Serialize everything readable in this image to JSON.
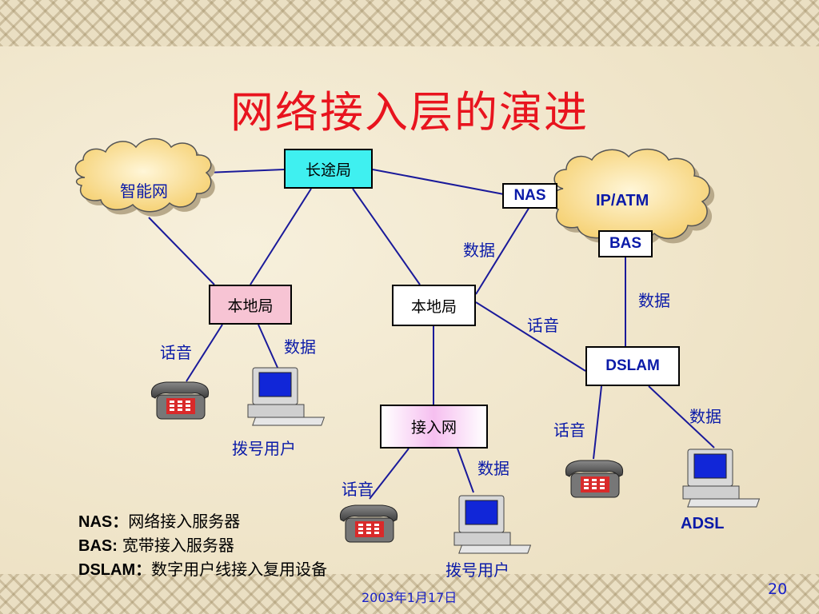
{
  "title": "网络接入层的演进",
  "nodes": {
    "long_distance": "长途局",
    "local_office_1": "本地局",
    "local_office_2": "本地局",
    "access_network": "接入网",
    "nas": "NAS",
    "bas": "BAS",
    "dslam": "DSLAM"
  },
  "clouds": {
    "intelligent_network": "智能网",
    "ip_atm": "IP/ATM"
  },
  "edge_labels": {
    "voice_1": "话音",
    "data_1": "数据",
    "data_nas": "数据",
    "voice_mid": "话音",
    "data_bas": "数据",
    "voice_access": "话音",
    "data_access": "数据",
    "voice_dslam": "话音",
    "data_dslam": "数据"
  },
  "endpoint_labels": {
    "dialup_user_1": "拨号用户",
    "dialup_user_2": "拨号用户",
    "adsl": "ADSL"
  },
  "legend": [
    {
      "key": "NAS：",
      "value": "网络接入服务器"
    },
    {
      "key": "BAS:",
      "value": "宽带接入服务器"
    },
    {
      "key": "DSLAM：",
      "value": "数字用户线接入复用设备"
    }
  ],
  "footer": {
    "date": "2003年1月17日",
    "page_number": "20"
  },
  "colors": {
    "title": "#e8141e",
    "label_text": "#0a1aa8",
    "cloud_fill": "#f8d98a",
    "long_distance_fill": "#3ff0f0",
    "local_office_fill": "#f7c4d4"
  },
  "icons": [
    "telephone-icon",
    "computer-icon",
    "cloud-shape"
  ]
}
